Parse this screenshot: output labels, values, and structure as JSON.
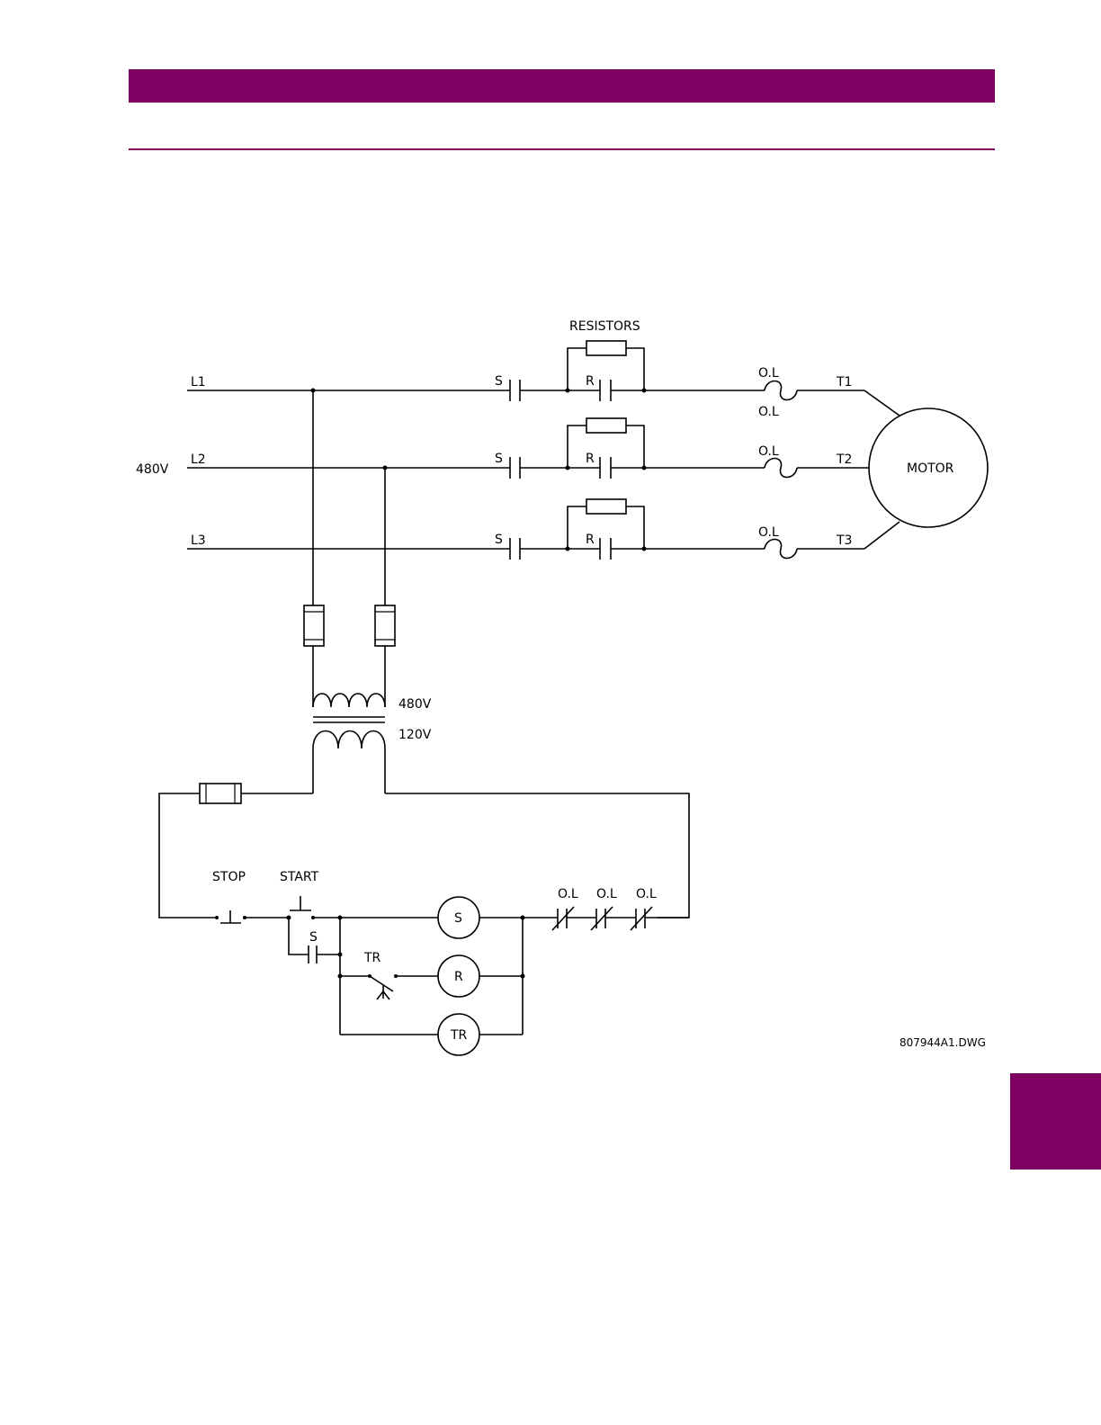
{
  "colors": {
    "accent": "#7e0061",
    "line": "#000000",
    "background": "#ffffff"
  },
  "labels": {
    "resistors": "RESISTORS",
    "l1": "L1",
    "l2": "L2",
    "l3": "L3",
    "supply_voltage": "480V",
    "s": "S",
    "r": "R",
    "ol": "O.L",
    "t1": "T1",
    "t2": "T2",
    "t3": "T3",
    "motor": "MOTOR",
    "primary_voltage": "480V",
    "secondary_voltage": "120V",
    "stop": "STOP",
    "start": "START",
    "tr": "TR",
    "drawing_number": "807944A1.DWG"
  }
}
